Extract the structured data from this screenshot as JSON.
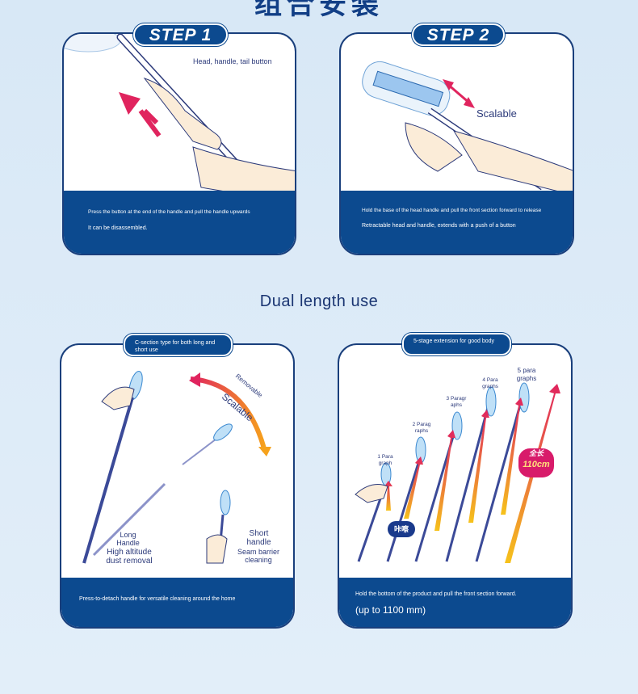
{
  "page_title": "组合安装",
  "steps": [
    {
      "badge": "STEP 1",
      "callout": "Head, handle, tail button",
      "line1": "Press the button at the end of the handle and pull the handle upwards",
      "line2": "It can be disassembled."
    },
    {
      "badge": "STEP 2",
      "callout": "Scalable",
      "line1": "Hold the base of the head handle and pull the front section forward to release",
      "line2": "Retractable head and handle, extends with a push of a button"
    }
  ],
  "section_title": "Dual length use",
  "c_section": {
    "badge": "C-section type for both long and short use",
    "removable": "Removable",
    "scalable": "Scalable",
    "long_label": "Long Handle",
    "long_desc": "High altitude dust removal",
    "short_label": "Short handle",
    "short_desc": "Seam barrier cleaning",
    "footer": "Press-to-detach handle for versatile cleaning around the home"
  },
  "extension": {
    "badge": "5-stage extension for good body",
    "stages": [
      "1 Para graph",
      "2 Parag raphs",
      "3 Paragr aphs",
      "4 Para graphs",
      "5 para graphs"
    ],
    "click_bubble": "咔嚓",
    "total_length_label": "全长",
    "total_length": "110cm",
    "footer_line1": "Hold the bottom of the product and pull the front section forward.",
    "footer_line2": "(up to 1100 mm)"
  }
}
